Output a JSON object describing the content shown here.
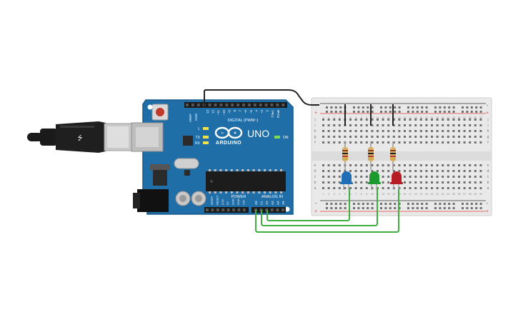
{
  "board": {
    "brand": "ARDUINO",
    "model": "UNO",
    "on_label": "ON",
    "digital_label": "DIGITAL (PWM~)",
    "power_label": "POWER",
    "analog_label": "ANALOG IN",
    "aref_label": "AREF",
    "gnd_label": "GND",
    "l_label": "L",
    "tx_label": "TX",
    "rx_label": "RX",
    "digital_pins": [
      "13",
      "12",
      "~11",
      "~10",
      "~9",
      "8",
      "7",
      "~6",
      "~5",
      "4",
      "~3",
      "2",
      "TX▸1",
      "RX◂0"
    ],
    "power_pins": [
      "IOREF",
      "RESET",
      "3.3V",
      "5V",
      "GND",
      "GND",
      "VIN"
    ],
    "analog_pins": [
      "A0",
      "A1",
      "A2",
      "A3",
      "A4",
      "A5"
    ]
  },
  "breadboard": {
    "row_letters_top": [
      "j",
      "i",
      "h",
      "g",
      "f"
    ],
    "row_letters_bottom": [
      "e",
      "d",
      "c",
      "b",
      "a"
    ],
    "column_numbers": [
      "1",
      "2",
      "3",
      "4",
      "5",
      "6",
      "7",
      "8",
      "9",
      "10",
      "11",
      "12",
      "13",
      "14",
      "15",
      "16",
      "17",
      "18",
      "19",
      "20",
      "21",
      "22",
      "23",
      "24",
      "25",
      "26",
      "27",
      "28",
      "29",
      "30"
    ],
    "rail_plus": "+",
    "rail_minus": "-"
  },
  "components": {
    "leds": [
      {
        "color": "blue",
        "hex": "#1f6db5"
      },
      {
        "color": "green",
        "hex": "#1d9a2e"
      },
      {
        "color": "red",
        "hex": "#b71c24"
      }
    ],
    "resistor_color": "#d9b36b",
    "usb_cable_color": "#1a1a1a"
  },
  "colors": {
    "board": "#1f6ea8",
    "board_dark": "#185a8c",
    "breadboard": "#e9e9e9",
    "rail_red": "#d9453b",
    "rail_black": "#333333",
    "wire_green": "#3fae3f",
    "wire_black": "#222222"
  }
}
